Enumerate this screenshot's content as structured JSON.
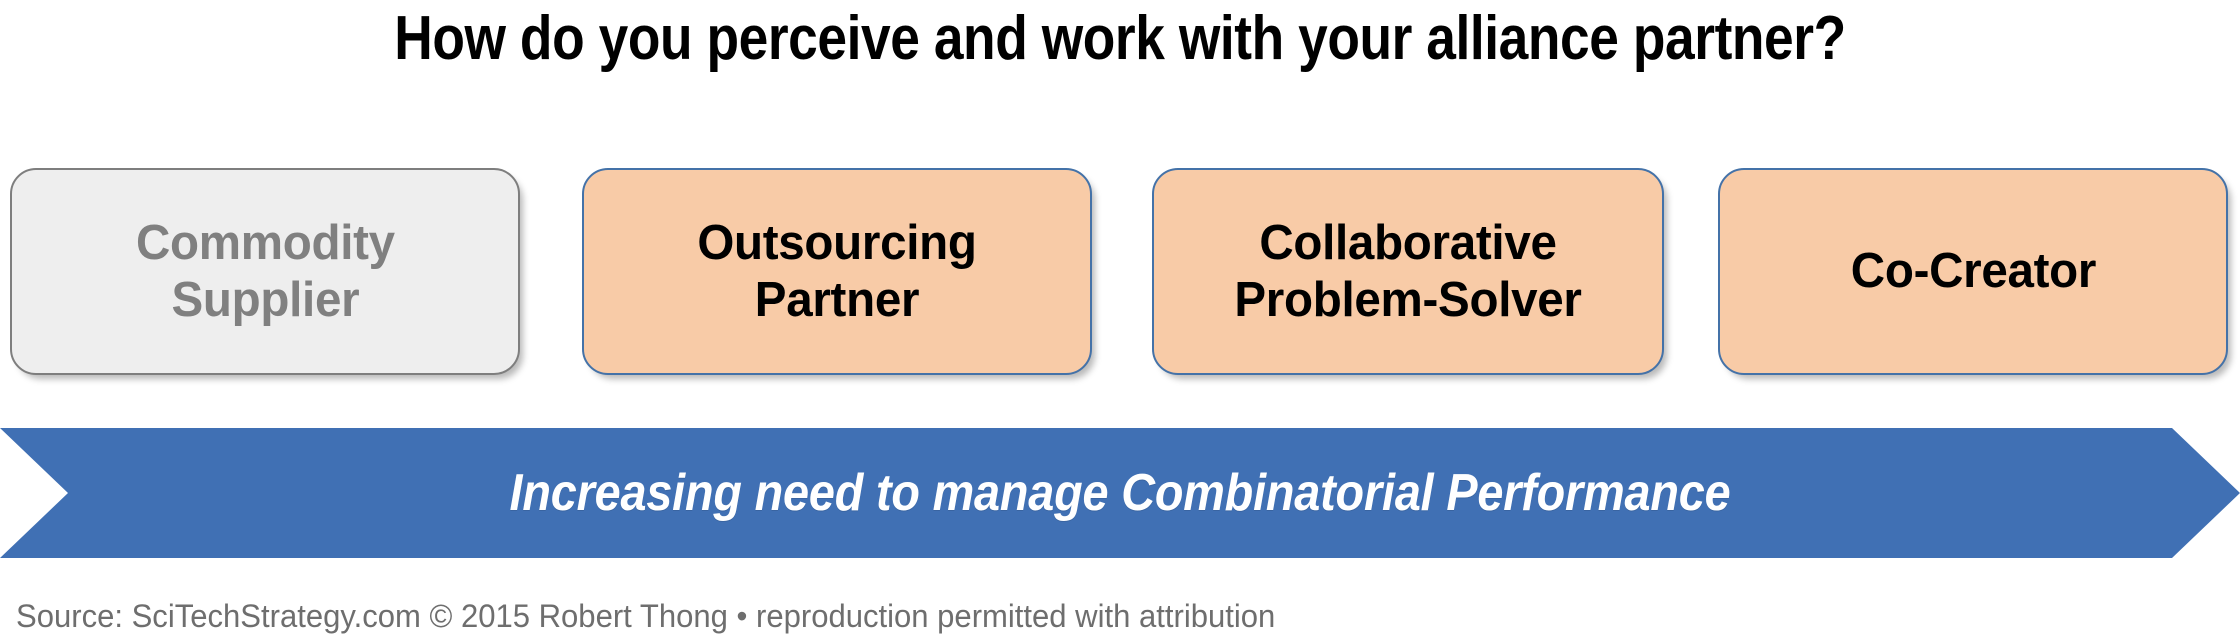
{
  "slide": {
    "title": "How do you perceive and work with your alliance partner?",
    "background_color": "#FFFFFF"
  },
  "stages": {
    "items": [
      {
        "label": "Commodity Supplier",
        "line1": "Commodity",
        "line2": "Supplier",
        "state": "muted",
        "fill_color": "#EEEEEE",
        "border_color": "#7E7E7E",
        "text_color": "#808080"
      },
      {
        "label": "Outsourcing Partner",
        "line1": "Outsourcing",
        "line2": "Partner",
        "state": "active",
        "fill_color": "#F8CBA7",
        "border_color": "#4472A8",
        "text_color": "#000000"
      },
      {
        "label": "Collaborative Problem-Solver",
        "line1": "Collaborative",
        "line2": "Problem-Solver",
        "state": "active",
        "fill_color": "#F8CBA7",
        "border_color": "#4472A8",
        "text_color": "#000000"
      },
      {
        "label": "Co-Creator",
        "line1": "Co-Creator",
        "line2": "",
        "state": "active",
        "fill_color": "#F8CBA7",
        "border_color": "#4472A8",
        "text_color": "#000000"
      }
    ]
  },
  "banner": {
    "text": "Increasing need to manage Combinatorial Performance",
    "fill_color": "#4070B4",
    "text_color": "#FFFFFF",
    "shape": "double-headed-arrow"
  },
  "footer": {
    "source": "Source: SciTechStrategy.com © 2015 Robert Thong • reproduction permitted with attribution",
    "text_color": "#6E6E6E"
  }
}
